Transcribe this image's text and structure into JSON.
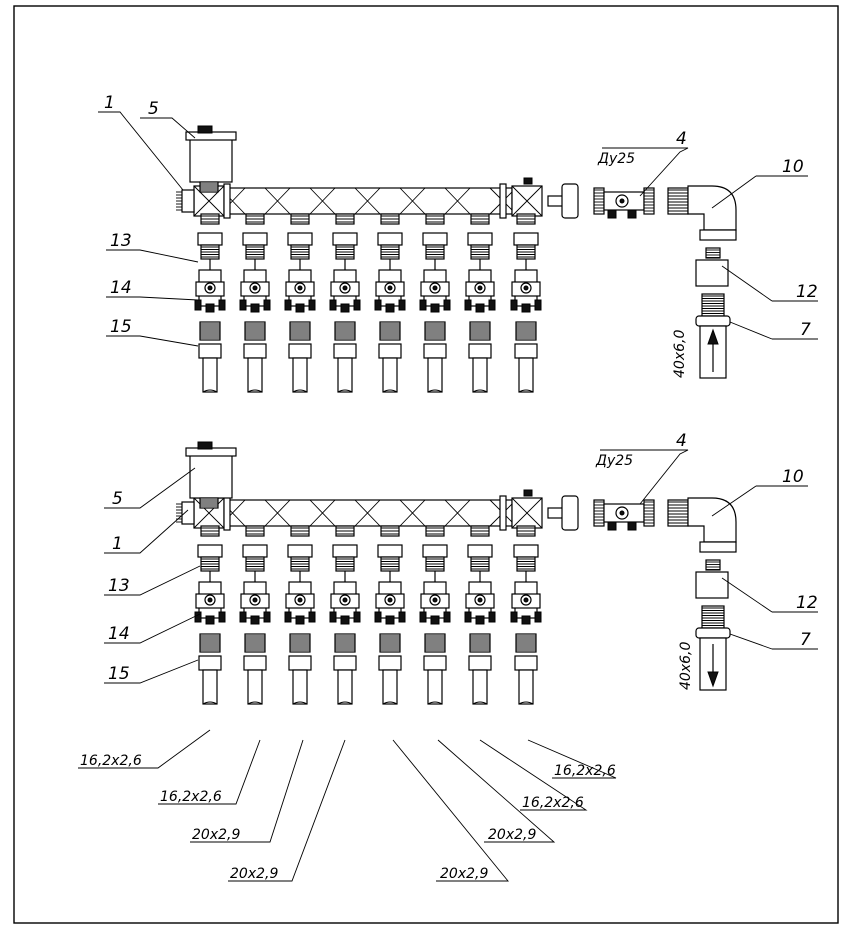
{
  "labels": {
    "n1": "1",
    "n4": "4",
    "n5": "5",
    "n7": "7",
    "n10": "10",
    "n12": "12",
    "n13": "13",
    "n14": "14",
    "n15": "15",
    "du25": "Ду25",
    "pipe_main": "40х6,0",
    "pipe_small": "16,2х2,6",
    "pipe_large": "20х2,9"
  }
}
